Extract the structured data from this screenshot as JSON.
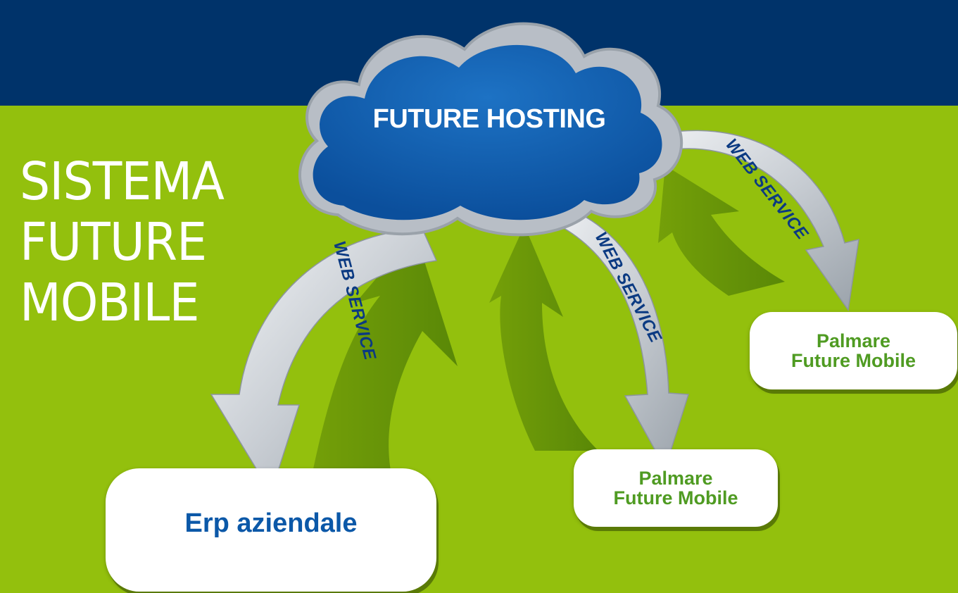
{
  "title": {
    "line1": "SISTEMA",
    "line2": "FUTURE",
    "line3": "MOBILE"
  },
  "cloud": {
    "label": "FUTURE HOSTING"
  },
  "connectors": [
    "WEB SERVICE",
    "WEB SERVICE",
    "WEB SERVICE"
  ],
  "nodes": {
    "erp": "Erp aziendale",
    "palmare_1": {
      "line1": "Palmare",
      "line2": "Future Mobile"
    },
    "palmare_2": {
      "line1": "Palmare",
      "line2": "Future Mobile"
    }
  },
  "colors": {
    "banner": "#00336a",
    "background": "#93c00d",
    "cloud": "#0b55a4",
    "node_text_blue": "#0b58a8",
    "node_text_green": "#4f9b22"
  }
}
